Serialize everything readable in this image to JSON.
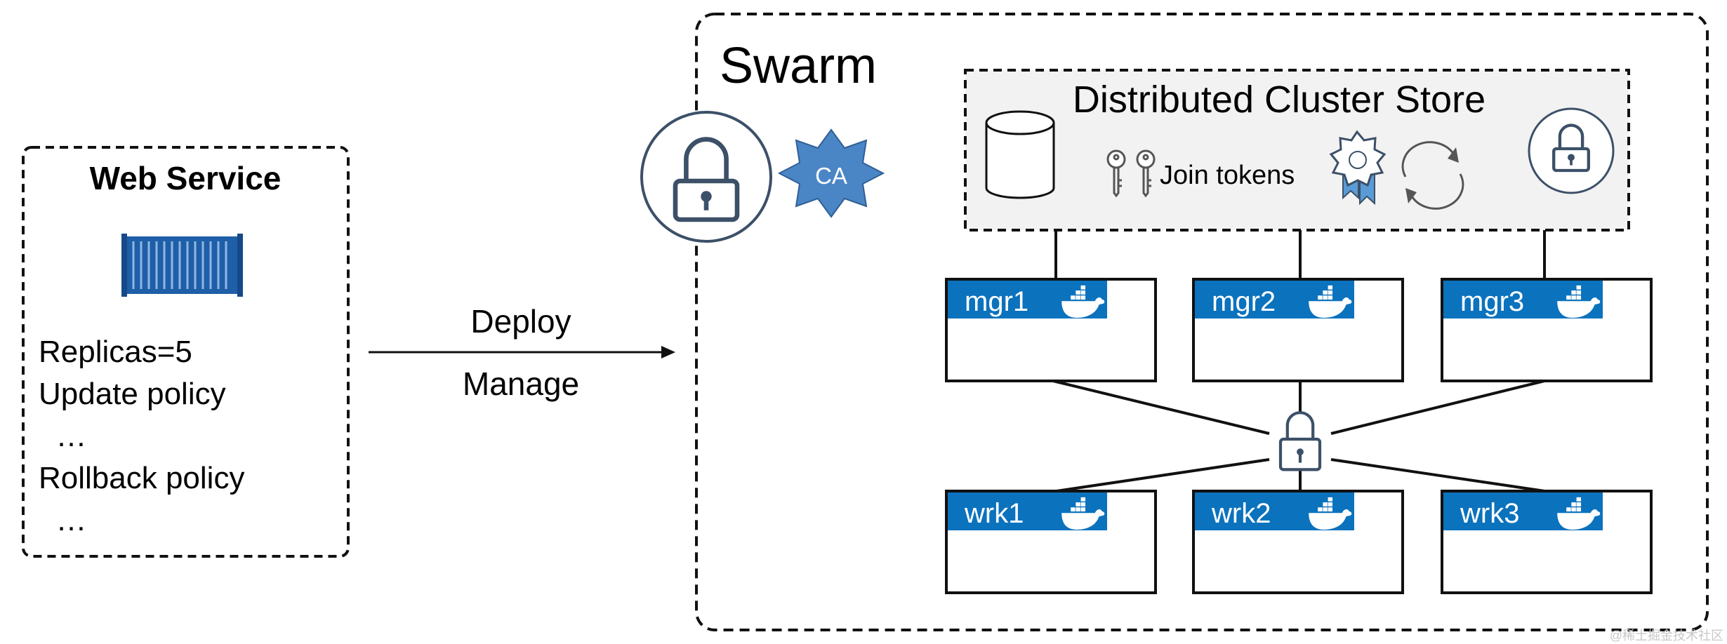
{
  "web_service": {
    "title": "Web Service",
    "lines": [
      "Replicas=5",
      "Update policy",
      "  …",
      "Rollback policy",
      "  …"
    ]
  },
  "arrow": {
    "top_label": "Deploy",
    "bottom_label": "Manage"
  },
  "swarm": {
    "title": "Swarm",
    "ca_label": "CA",
    "store": {
      "title": "Distributed Cluster Store",
      "join_tokens": "Join tokens"
    },
    "managers": [
      "mgr1",
      "mgr2",
      "mgr3"
    ],
    "workers": [
      "wrk1",
      "wrk2",
      "wrk3"
    ]
  },
  "colors": {
    "node_label_bg": "#0b72bd",
    "icon_stroke": "#3c5068",
    "ca_star": "#4a86c5",
    "container_blue": "#1f5fa8",
    "store_bg": "#f2f2f2"
  },
  "watermark": "@稀土掘金技术社区"
}
